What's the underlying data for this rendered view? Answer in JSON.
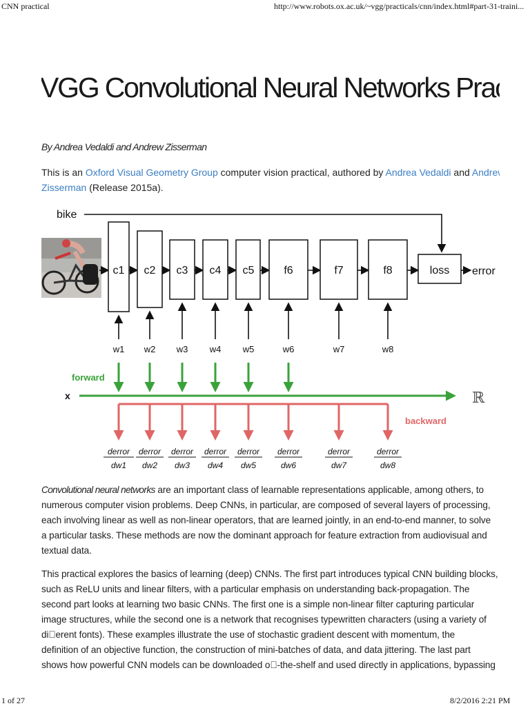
{
  "header": {
    "title": "CNN practical",
    "url": "http://www.robots.ox.ac.uk/~vgg/practicals/cnn/index.html#part-31-traini..."
  },
  "page_title": "VGG Convolutional Neural Networks Practical",
  "byline": "By Andrea Vedaldi and Andrew Zisserman",
  "intro": {
    "pre": "This is an ",
    "link_group": "Oxford Visual Geometry Group",
    "mid": " computer vision practical, authored by ",
    "link_vedaldi": "Andrea Vedaldi",
    "and": " and ",
    "link_zisserman": "Andrew Zisserman",
    "post": " (Release 2015a)."
  },
  "diagram": {
    "label_top": "bike",
    "layers": [
      "c1",
      "c2",
      "c3",
      "c4",
      "c5",
      "f6",
      "f7",
      "f8"
    ],
    "loss": "loss",
    "error": "error",
    "weights": [
      "w1",
      "w2",
      "w3",
      "w4",
      "w5",
      "w6",
      "w7",
      "w8"
    ],
    "forward": "forward",
    "backward": "backward",
    "x": "x",
    "reals": "ℝ",
    "derivative_num": "derror",
    "derivative_den": [
      "dw1",
      "dw2",
      "dw3",
      "dw4",
      "dw5",
      "dw6",
      "dw7",
      "dw8"
    ],
    "colors": {
      "forward": "#3aa23a",
      "backward": "#e06666",
      "box": "#111111"
    }
  },
  "para1": {
    "em": "Convolutional neural networks",
    "l1": " are an important class of learnable representations applicable, among others, to",
    "l2": "numerous computer vision problems. Deep CNNs, in particular, are composed of several layers of processing,",
    "l3": "each involving linear as well as non-linear operators, that are learned jointly, in an end-to-end manner, to solve",
    "l4": "a particular tasks. These methods are now the dominant approach for feature extraction from audiovisual and",
    "l5": "textual data."
  },
  "para2": {
    "l1": "This practical explores the basics of learning (deep) CNNs. The first part introduces typical CNN building blocks,",
    "l2": "such as ReLU units and linear filters, with a particular emphasis on understanding back-propagation. The",
    "l3": "second part looks at learning two basic CNNs. The first one is a simple non-linear filter capturing particular",
    "l4": "image structures, while the second one is a network that recognises typewritten characters (using a variety of",
    "l5": "di\u0000erent fonts). These examples illustrate the use of stochastic gradient descent with momentum, the",
    "l6": "definition of an objective function, the construction of mini-batches of data, and data jittering. The last part",
    "l7": "shows how powerful CNN models can be downloaded o\u0000-the-shelf and used directly in applications, bypassing"
  },
  "footer": {
    "page": "1 of 27",
    "datetime": "8/2/2016 2:21 PM"
  }
}
